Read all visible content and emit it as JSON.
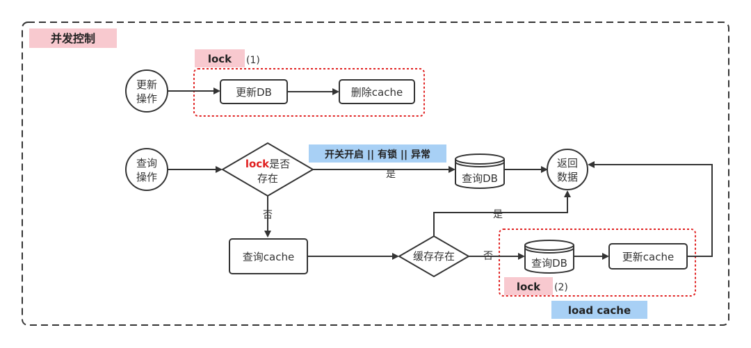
{
  "title": "并发控制",
  "colors": {
    "border": "#333333",
    "lock_border": "#e02020",
    "pink_label": "#f8c9cf",
    "blue_label": "#a8d0f5",
    "lock_text": "#e02020"
  },
  "update_flow": {
    "start_line1": "更新",
    "start_line2": "操作",
    "step1": "更新DB",
    "step2": "删除cache",
    "lock_tag": "lock",
    "lock_num": "(1)"
  },
  "query_flow": {
    "start_line1": "查询",
    "start_line2": "操作",
    "decision_lock_word": "lock",
    "decision_line1_rest": "是否",
    "decision_line2": "存在",
    "condition_label": "开关开启 || 有锁 || 异常",
    "yes_label": "是",
    "no_label": "否",
    "db_query": "查询DB",
    "return_line1": "返回",
    "return_line2": "数据",
    "cache_query": "查询cache",
    "cache_decision": "缓存存在",
    "cache_yes": "是",
    "cache_no": "否",
    "db_query2": "查询DB",
    "update_cache": "更新cache",
    "lock_tag": "lock",
    "lock_num": "(2)",
    "load_cache": "load cache"
  }
}
